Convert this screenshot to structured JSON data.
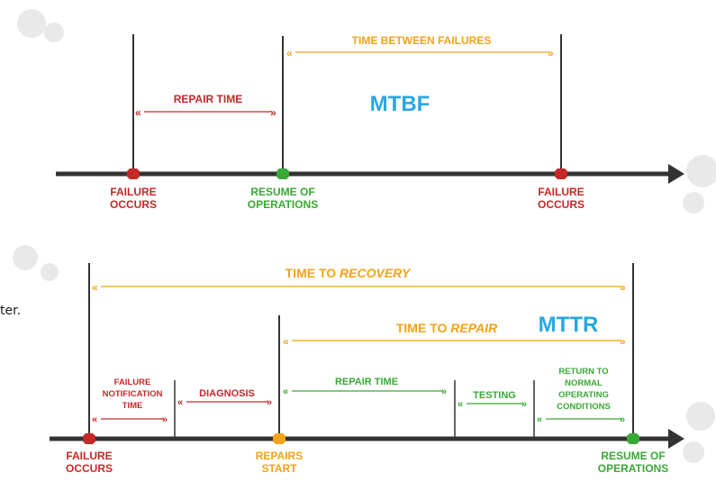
{
  "colors": {
    "red": "#c62828",
    "green": "#3aa835",
    "orange": "#f3a21a",
    "blue": "#29a8df",
    "dark": "#333333",
    "gear": "#e8e8e8"
  },
  "top": {
    "acronym": "MTBF",
    "time_between_failures": "TIME BETWEEN FAILURES",
    "repair_time": "REPAIR TIME",
    "events": [
      {
        "line1": "FAILURE",
        "line2": "OCCURS",
        "color": "red"
      },
      {
        "line1": "RESUME OF",
        "line2": "OPERATIONS",
        "color": "green"
      },
      {
        "line1": "FAILURE",
        "line2": "OCCURS",
        "color": "red"
      }
    ]
  },
  "bottom": {
    "acronym": "MTTR",
    "time_to_recovery": {
      "prefix": "TIME TO ",
      "italic": "RECOVERY"
    },
    "time_to_repair": {
      "prefix": "TIME TO ",
      "italic": "REPAIR"
    },
    "phases": {
      "failure_notification": [
        "FAILURE",
        "NOTIFICATION",
        "TIME"
      ],
      "diagnosis": "DIAGNOSIS",
      "repair_time": "REPAIR TIME",
      "testing": "TESTING",
      "return_to_normal": [
        "RETURN TO",
        "NORMAL",
        "OPERATING",
        "CONDITIONS"
      ]
    },
    "events": [
      {
        "line1": "FAILURE",
        "line2": "OCCURS",
        "color": "red"
      },
      {
        "line1": "REPAIRS",
        "line2": "START",
        "color": "orange"
      },
      {
        "line1": "RESUME OF",
        "line2": "OPERATIONS",
        "color": "green"
      }
    ]
  },
  "side_text": "ter."
}
